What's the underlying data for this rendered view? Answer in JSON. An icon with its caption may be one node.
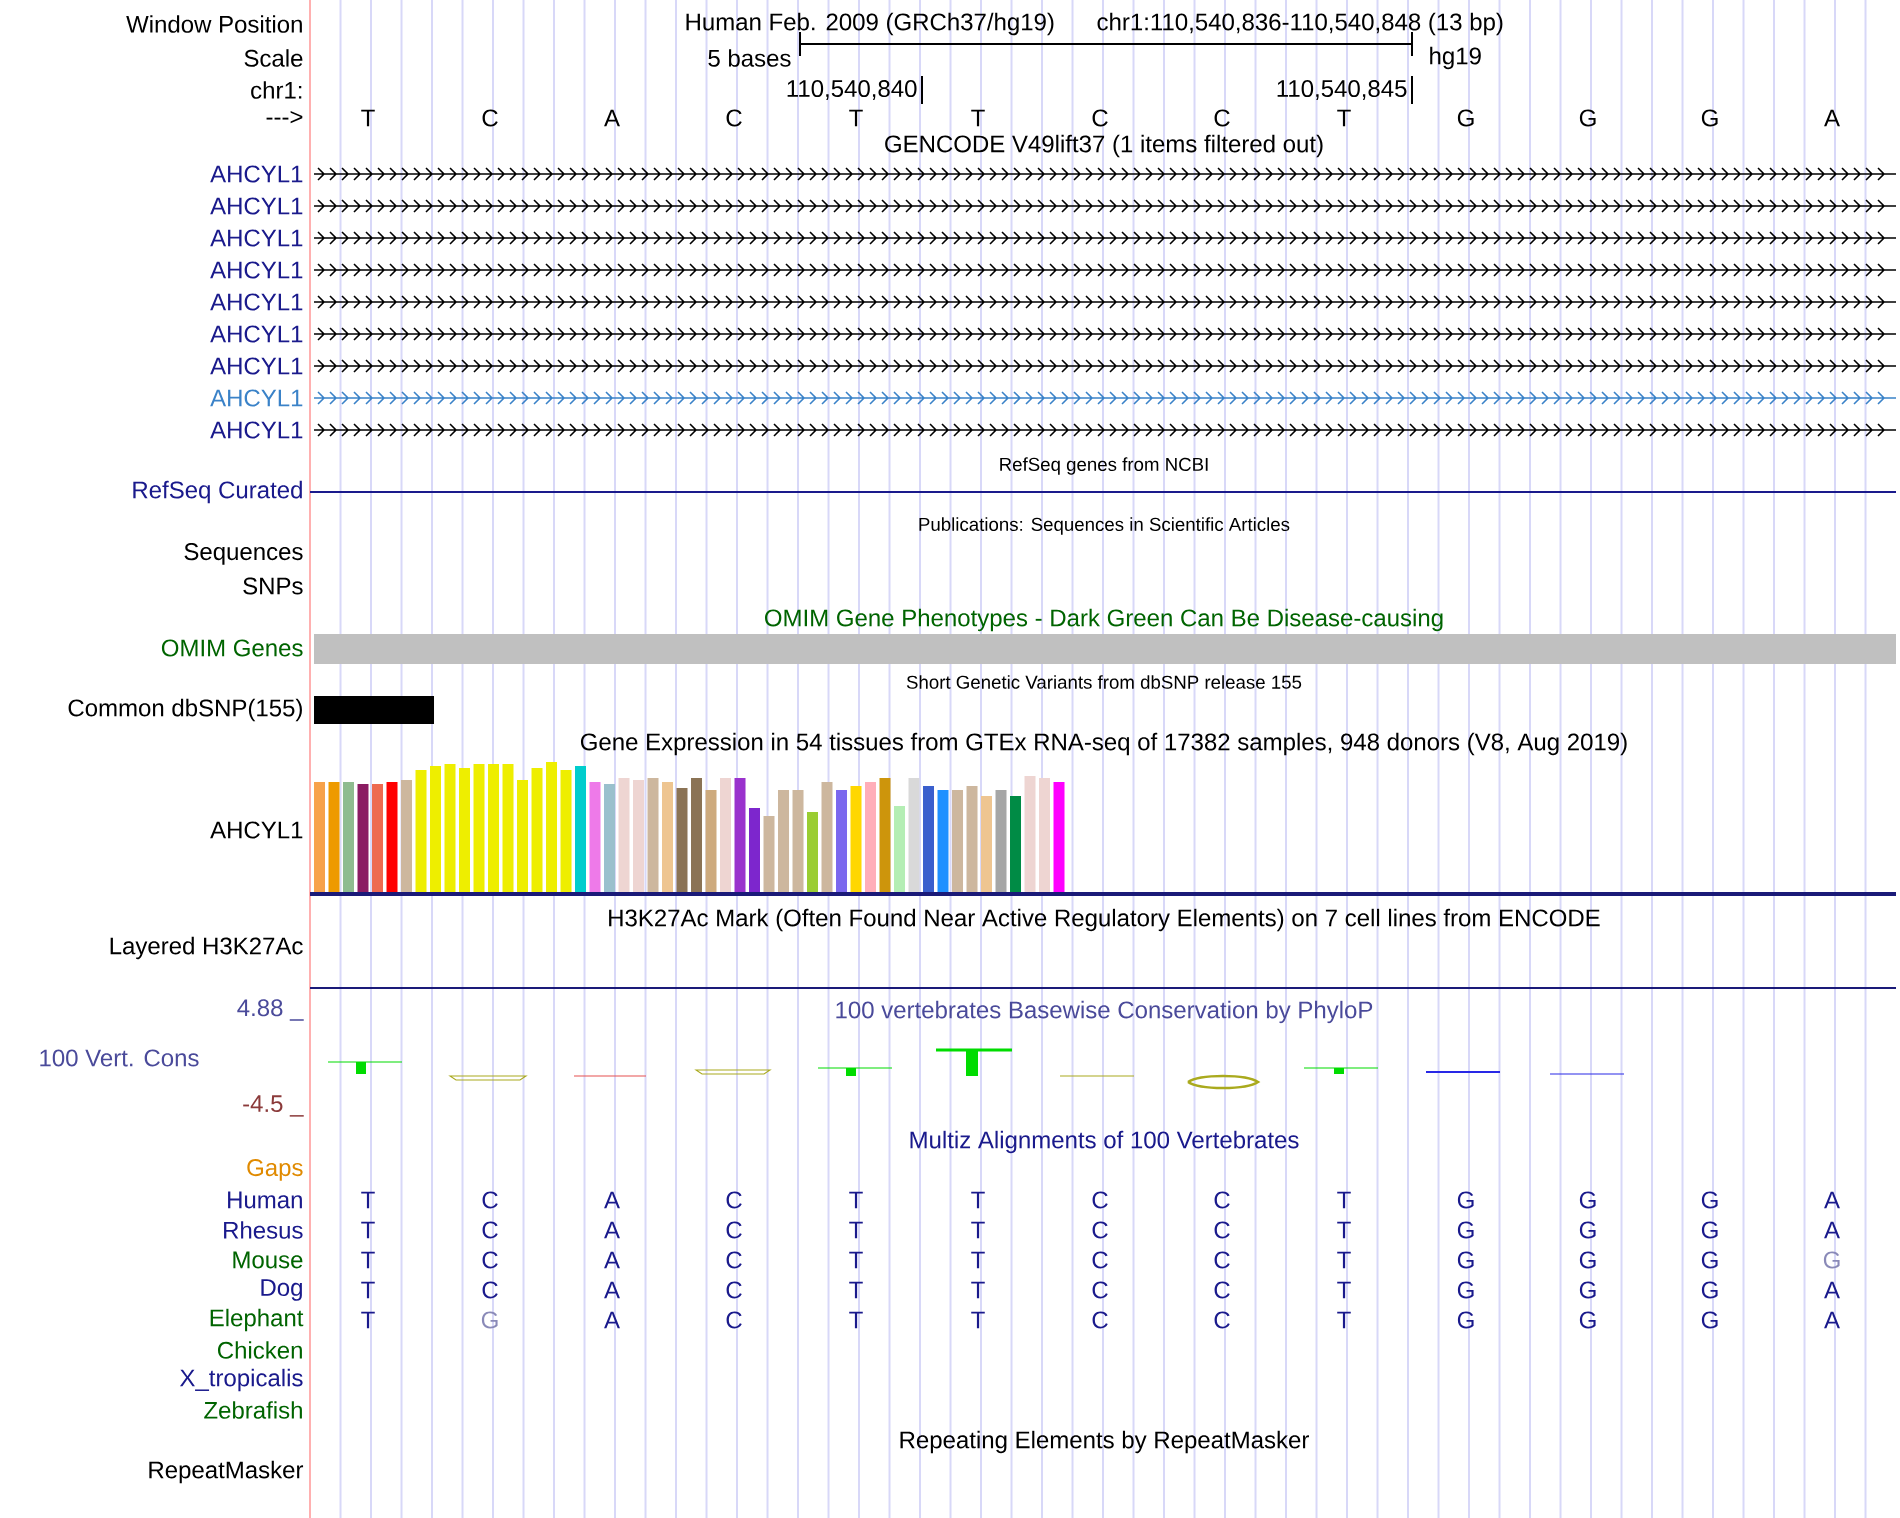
{
  "diagram": {
    "labels": [
      "Window Position",
      "Human Feb. 2009 (GRCh37/hg19)",
      "chr1:110,540,836-110,540,848 (13 bp)",
      "Scale",
      "5 bases",
      "hg19",
      "chr1:",
      "110,540,840",
      "110,540,845",
      "--->",
      "T",
      "C",
      "A",
      "C",
      "T",
      "T",
      "C",
      "C",
      "T",
      "G",
      "G",
      "G",
      "A",
      "GENCODE V49lift37 (1 items filtered out)",
      "AHCYL1",
      "AHCYL1",
      "AHCYL1",
      "AHCYL1",
      "AHCYL1",
      "AHCYL1",
      "AHCYL1",
      "AHCYL1",
      "AHCYL1",
      "RefSeq genes from NCBI",
      "RefSeq Curated",
      "Publications: Sequences in Scientific Articles",
      "Sequences",
      "SNPs",
      "OMIM Gene Phenotypes - Dark Green Can Be Disease-causing",
      "OMIM Genes",
      "Short Genetic Variants from dbSNP release 155",
      "Common dbSNP(155)",
      "Gene Expression in 54 tissues from GTEx RNA-seq of 17382 samples, 948 donors (V8, Aug 2019)",
      "AHCYL1",
      "H3K27Ac Mark (Often Found Near Active Regulatory Elements) on 7 cell lines from ENCODE",
      "Layered H3K27Ac",
      "4.88 _",
      "100 vertebrates Basewise Conservation by PhyloP",
      "100 Vert. Cons",
      "-4.5 _",
      "Multiz Alignments of 100 Vertebrates",
      "Gaps",
      "Human",
      "T",
      "C",
      "A",
      "C",
      "T",
      "T",
      "C",
      "C",
      "T",
      "G",
      "G",
      "G",
      "A",
      "Rhesus",
      "T",
      "C",
      "A",
      "C",
      "T",
      "T",
      "C",
      "C",
      "T",
      "G",
      "G",
      "G",
      "A",
      "Mouse",
      "T",
      "C",
      "A",
      "C",
      "T",
      "T",
      "C",
      "C",
      "T",
      "G",
      "G",
      "G",
      "G",
      "Dog",
      "T",
      "C",
      "A",
      "C",
      "T",
      "T",
      "C",
      "C",
      "T",
      "G",
      "G",
      "G",
      "A",
      "Elephant",
      "T",
      "G",
      "A",
      "C",
      "T",
      "T",
      "C",
      "C",
      "T",
      "G",
      "G",
      "G",
      "A",
      "Chicken",
      "X_tropicalis",
      "Zebrafish",
      "Repeating Elements by RepeatMasker",
      "RepeatMasker"
    ]
  }
}
